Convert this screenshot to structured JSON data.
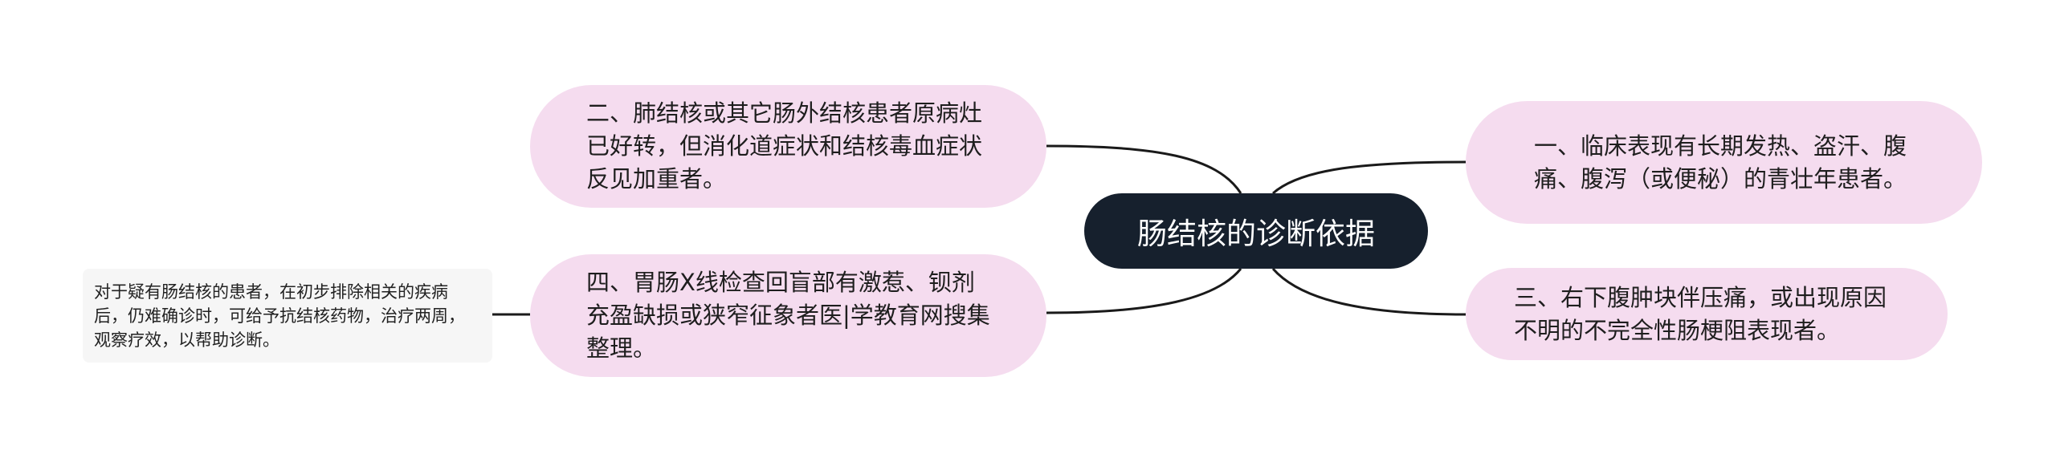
{
  "central": {
    "title": "肠结核的诊断依据"
  },
  "branches": {
    "left_top": "二、肺结核或其它肠外结核患者原病灶已好转，但消化道症状和结核毒血症状反见加重者。",
    "left_bottom": "四、胃肠X线检查回盲部有激惹、钡剂充盈缺损或狭窄征象者医|学教育网搜集整理。",
    "right_top": "一、临床表现有长期发热、盗汗、腹痛、腹泻（或便秘）的青壮年患者。",
    "right_bottom": "三、右下腹肿块伴压痛，或出现原因不明的不完全性肠梗阻表现者。"
  },
  "note": {
    "text": "对于疑有肠结核的患者，在初步排除相关的疾病后，仍难确诊时，可给予抗结核药物，治疗两周，观察疗效，以帮助诊断。"
  },
  "colors": {
    "central_bg": "#16202d",
    "branch_bg": "#f5dcef",
    "note_bg": "#f6f6f6",
    "connector": "#1a1a1a"
  }
}
